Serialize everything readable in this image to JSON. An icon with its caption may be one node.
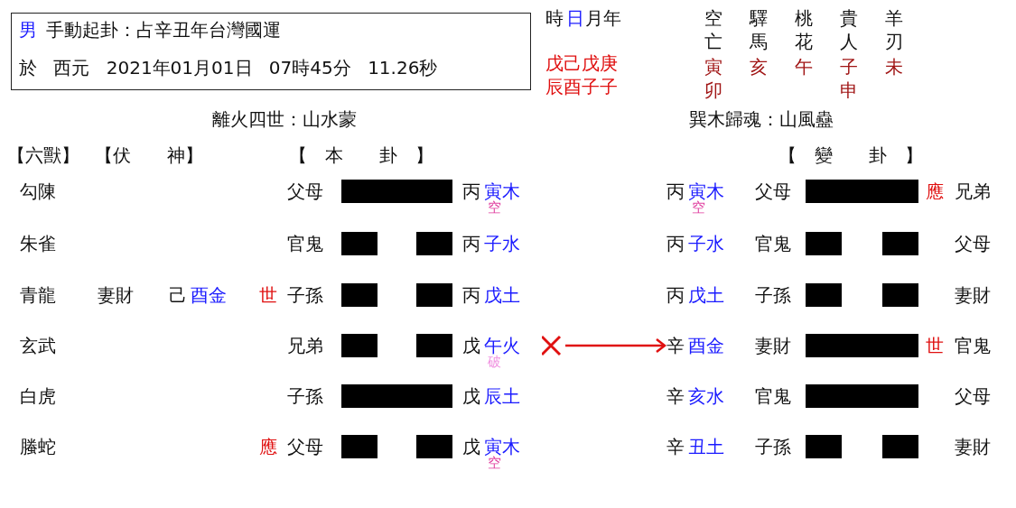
{
  "diagram": {
    "nodes": [
      {
        "text": [
          "男",
          "手動起卦：占辛丑年台灣國運",
          "於 西元 2021年01月01日 07時45分 11.26秒"
        ]
      },
      {
        "text": [
          "戊",
          "午火"
        ],
        "beside": [
          "破"
        ]
      },
      {
        "text": [
          "辛",
          "酉金"
        ]
      }
    ],
    "edges": [
      {
        "from": 1,
        "to": 2,
        "arrow": "to"
      }
    ],
    "labels": [
      "時",
      "日",
      "月年",
      "空",
      "驛",
      "桃",
      "貴",
      "羊",
      "亡",
      "馬",
      "花",
      "人",
      "刃",
      "戊己戊庚",
      "寅",
      "亥",
      "午",
      "子",
      "未",
      "辰酉子子",
      "卯",
      "申",
      "離火四世：山水蒙",
      "巽木歸魂：山風蠱",
      "【六獸】",
      "【伏　　神】",
      "【　本　　卦　】",
      "【　變　　卦　】",
      "勾陳",
      "父母",
      "丙",
      "寅木",
      "空",
      "丙",
      "寅木",
      "空",
      "父母",
      "應",
      "兄弟",
      "朱雀",
      "官鬼",
      "丙",
      "子水",
      "丙",
      "子水",
      "官鬼",
      "父母",
      "青龍",
      "妻財",
      "己",
      "酉金",
      "世",
      "子孫",
      "丙",
      "戊土",
      "丙",
      "戊土",
      "子孫",
      "妻財",
      "玄武",
      "兄弟",
      "妻財",
      "世",
      "官鬼",
      "白虎",
      "子孫",
      "戊",
      "辰土",
      "辛",
      "亥水",
      "官鬼",
      "父母",
      "螣蛇",
      "應",
      "父母",
      "戊",
      "寅木",
      "空",
      "辛",
      "丑土",
      "子孫",
      "妻財"
    ]
  }
}
